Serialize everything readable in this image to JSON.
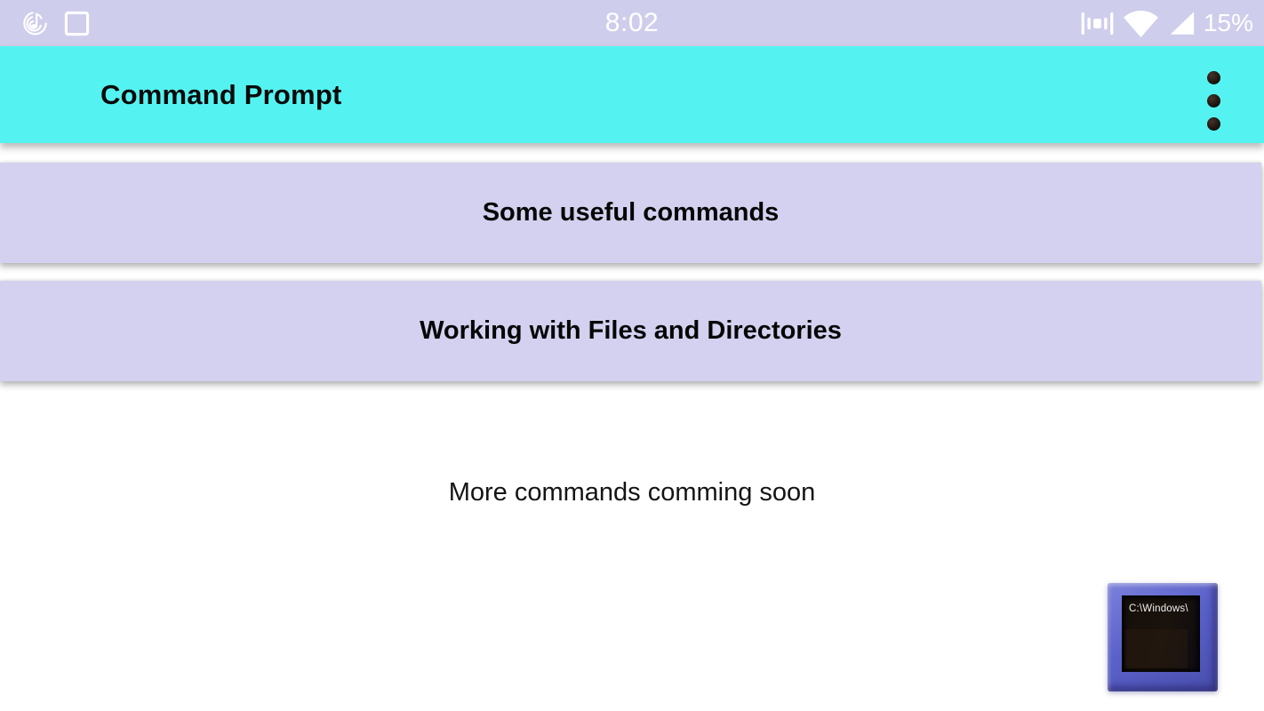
{
  "status_bar": {
    "time": "8:02",
    "battery_percent": "15%"
  },
  "app_bar": {
    "title": "Command Prompt"
  },
  "buttons": [
    {
      "label": "Some useful commands"
    },
    {
      "label": "Working with Files and Directories"
    }
  ],
  "content": {
    "coming_soon_text": "More commands comming soon"
  },
  "floating_icon": {
    "screen_text": "C:\\Windows\\"
  },
  "colors": {
    "status_bar_bg": "#cfcdec",
    "app_bar_bg": "#54f3f1",
    "button_bg": "#d3d1ef",
    "page_bg": "#ffffff",
    "title_text": "#0a0a0a",
    "icon_frame_blue": "#5a61c9"
  }
}
